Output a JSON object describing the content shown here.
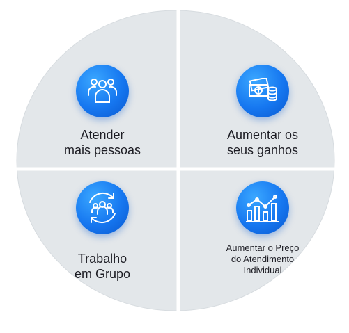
{
  "quadrants": [
    {
      "icon": "people-group-icon",
      "lines": [
        "Atender",
        "mais pessoas"
      ]
    },
    {
      "icon": "money-coins-icon",
      "lines": [
        "Aumentar os",
        "seus ganhos"
      ]
    },
    {
      "icon": "teamwork-cycle-icon",
      "lines": [
        "Trabalho",
        "em Grupo"
      ]
    },
    {
      "icon": "growth-chart-icon",
      "lines": [
        "Aumentar o Preço",
        "do Atendimento",
        "Individual"
      ]
    }
  ],
  "colors": {
    "disc": "#e3e7ea",
    "divider": "#ffffff",
    "icon_bg": "#1677f0",
    "text": "#1d1d24"
  }
}
